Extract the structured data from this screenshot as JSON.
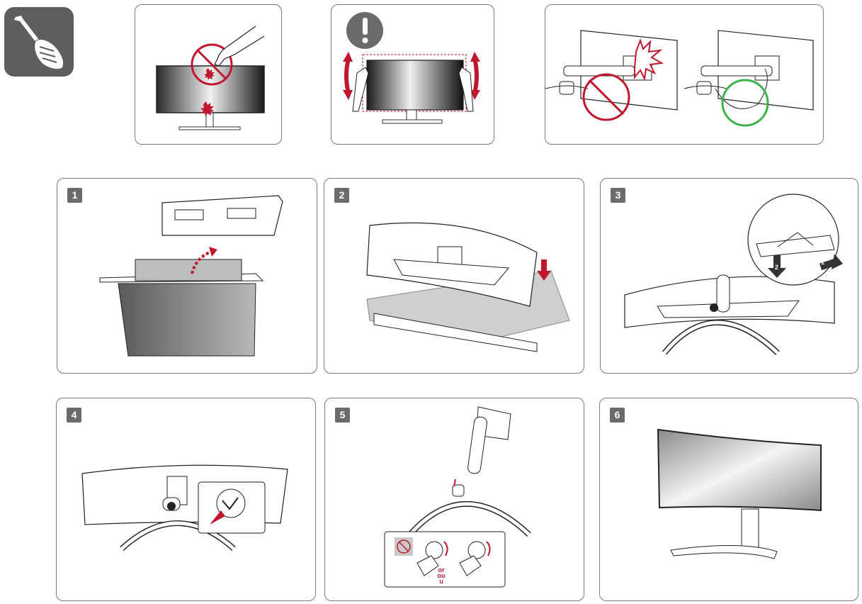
{
  "steps": [
    {
      "number": "1"
    },
    {
      "number": "2"
    },
    {
      "number": "3"
    },
    {
      "number": "4"
    },
    {
      "number": "5"
    },
    {
      "number": "6"
    }
  ],
  "step3": {
    "arrow1": "1",
    "arrow2": "2"
  },
  "step5": {
    "or_lines": [
      "or",
      "ou",
      "u"
    ]
  },
  "colors": {
    "warning_red": "#c0172f",
    "ok_green": "#3db34a",
    "badge_gray": "#6b6b6b",
    "icon_bg": "#5e5e5e"
  },
  "icons": [
    "screwdriver-hand-icon",
    "caution-icon",
    "prohibited-icon",
    "approved-circle-icon"
  ]
}
